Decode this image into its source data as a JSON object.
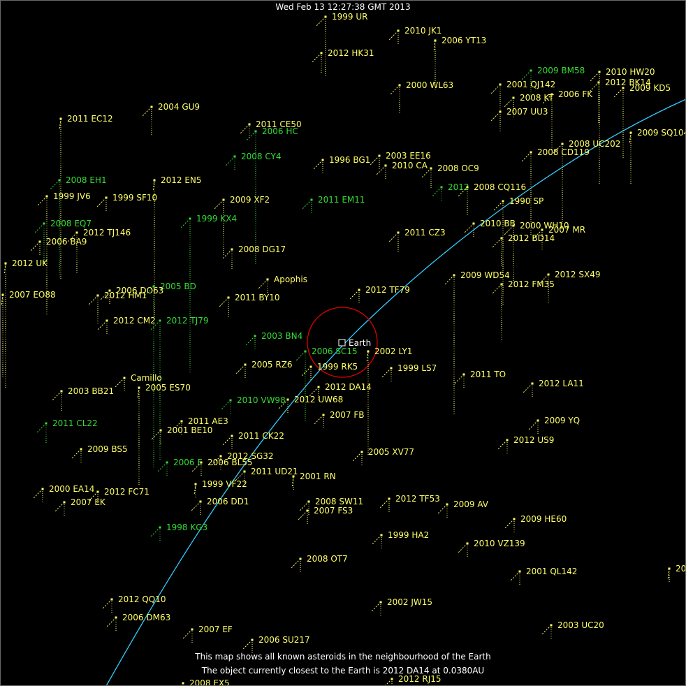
{
  "header": {
    "timestamp": "Wed Feb 13 12:27:38 GMT 2013"
  },
  "footer": {
    "line1": "This map shows all known asteroids in the neighbourhood of the Earth",
    "line2": "The object currently closest to the Earth is 2012 DA14 at 0.0380AU"
  },
  "earth": {
    "label": "Earth"
  },
  "colors": {
    "background": "#000000",
    "asteroid_far": "#ffff66",
    "asteroid_near": "#33dd33",
    "orbit": "#33ccff",
    "earth_ring": "#dd0000",
    "text": "#ffffff"
  },
  "asteroids": [
    {
      "name": "1999 UR",
      "tone": "far"
    },
    {
      "name": "2010 JK1",
      "tone": "far"
    },
    {
      "name": "2012 HK31",
      "tone": "far"
    },
    {
      "name": "2006 YT13",
      "tone": "far"
    },
    {
      "name": "2009 BM58",
      "tone": "near"
    },
    {
      "name": "2010 HW20",
      "tone": "far"
    },
    {
      "name": "2001 QJ142",
      "tone": "far"
    },
    {
      "name": "2012 BK14",
      "tone": "far"
    },
    {
      "name": "2009 KD5",
      "tone": "far"
    },
    {
      "name": "2000 WL63",
      "tone": "far"
    },
    {
      "name": "2008 KT",
      "tone": "far"
    },
    {
      "name": "2006 FK",
      "tone": "far"
    },
    {
      "name": "2007 UU3",
      "tone": "far"
    },
    {
      "name": "2004 GU9",
      "tone": "far"
    },
    {
      "name": "2011 EC12",
      "tone": "far"
    },
    {
      "name": "2011 CE50",
      "tone": "far"
    },
    {
      "name": "2006 HC",
      "tone": "near"
    },
    {
      "name": "2009 SQ104",
      "tone": "far"
    },
    {
      "name": "2008 UC202",
      "tone": "far"
    },
    {
      "name": "2008 CD119",
      "tone": "far"
    },
    {
      "name": "2008 CY4",
      "tone": "near"
    },
    {
      "name": "1996 BG1",
      "tone": "far"
    },
    {
      "name": "2003 EE16",
      "tone": "far"
    },
    {
      "name": "2010 CA",
      "tone": "far"
    },
    {
      "name": "2008 OC9",
      "tone": "far"
    },
    {
      "name": "2008 EH1",
      "tone": "near"
    },
    {
      "name": "2012 EN5",
      "tone": "far"
    },
    {
      "name": "2012",
      "tone": "near"
    },
    {
      "name": "2008 CQ116",
      "tone": "far"
    },
    {
      "name": "1999 JV6",
      "tone": "far"
    },
    {
      "name": "1999 SF10",
      "tone": "far"
    },
    {
      "name": "2009 XF2",
      "tone": "far"
    },
    {
      "name": "2011 EM11",
      "tone": "near"
    },
    {
      "name": "1990 SP",
      "tone": "far"
    },
    {
      "name": "1999 KX4",
      "tone": "near"
    },
    {
      "name": "2008 EQ7",
      "tone": "near"
    },
    {
      "name": "2010 BB",
      "tone": "far"
    },
    {
      "name": "2000 WH10",
      "tone": "far"
    },
    {
      "name": "2007 MR",
      "tone": "far"
    },
    {
      "name": "2012 TJ146",
      "tone": "far"
    },
    {
      "name": "2011 CZ3",
      "tone": "far"
    },
    {
      "name": "2012 BD14",
      "tone": "far"
    },
    {
      "name": "2006 BA9",
      "tone": "far"
    },
    {
      "name": "2008 DG17",
      "tone": "far"
    },
    {
      "name": "2012 UK",
      "tone": "far"
    },
    {
      "name": "2009 WD54",
      "tone": "far"
    },
    {
      "name": "2012 SX49",
      "tone": "far"
    },
    {
      "name": "Apophis",
      "tone": "far"
    },
    {
      "name": "2012 FM35",
      "tone": "far"
    },
    {
      "name": "2005 BD",
      "tone": "near"
    },
    {
      "name": "2006 DO63",
      "tone": "far"
    },
    {
      "name": "2012 TF79",
      "tone": "far"
    },
    {
      "name": "2007 EO88",
      "tone": "far"
    },
    {
      "name": "2012 HM1",
      "tone": "far"
    },
    {
      "name": "2011 BY10",
      "tone": "far"
    },
    {
      "name": "2012 CM2",
      "tone": "far"
    },
    {
      "name": "2012 TJ79",
      "tone": "near"
    },
    {
      "name": "2003 BN4",
      "tone": "near"
    },
    {
      "name": "2006 SC15",
      "tone": "near"
    },
    {
      "name": "2002 LY1",
      "tone": "far"
    },
    {
      "name": "2005 RZ6",
      "tone": "far"
    },
    {
      "name": "1999 RK5",
      "tone": "far"
    },
    {
      "name": "1999 LS7",
      "tone": "far"
    },
    {
      "name": "2011 TO",
      "tone": "far"
    },
    {
      "name": "Camillo",
      "tone": "far"
    },
    {
      "name": "2012 LA11",
      "tone": "far"
    },
    {
      "name": "2003 BB21",
      "tone": "far"
    },
    {
      "name": "2005 ES70",
      "tone": "far"
    },
    {
      "name": "2012 DA14",
      "tone": "far"
    },
    {
      "name": "2010 VW98",
      "tone": "near"
    },
    {
      "name": "2012 UW68",
      "tone": "far"
    },
    {
      "name": "2007 FB",
      "tone": "far"
    },
    {
      "name": "2009 YQ",
      "tone": "far"
    },
    {
      "name": "2011 CL22",
      "tone": "near"
    },
    {
      "name": "2011 AE3",
      "tone": "far"
    },
    {
      "name": "2001 BE10",
      "tone": "far"
    },
    {
      "name": "2011 CK22",
      "tone": "far"
    },
    {
      "name": "2012 US9",
      "tone": "far"
    },
    {
      "name": "2009 BS5",
      "tone": "far"
    },
    {
      "name": "2005 XV77",
      "tone": "far"
    },
    {
      "name": "2012 SG32",
      "tone": "far"
    },
    {
      "name": "2006 E",
      "tone": "near"
    },
    {
      "name": "2006 BL55",
      "tone": "far"
    },
    {
      "name": "2011 UD21",
      "tone": "far"
    },
    {
      "name": "2001 RN",
      "tone": "far"
    },
    {
      "name": "1999 VF22",
      "tone": "far"
    },
    {
      "name": "2000 EA14",
      "tone": "far"
    },
    {
      "name": "2012 FC71",
      "tone": "far"
    },
    {
      "name": "2006 DD1",
      "tone": "far"
    },
    {
      "name": "2008 SW11",
      "tone": "far"
    },
    {
      "name": "2012 TF53",
      "tone": "far"
    },
    {
      "name": "2009 AV",
      "tone": "far"
    },
    {
      "name": "2007 EK",
      "tone": "far"
    },
    {
      "name": "2007 FS3",
      "tone": "far"
    },
    {
      "name": "2009 HE60",
      "tone": "far"
    },
    {
      "name": "1998 KG3",
      "tone": "near"
    },
    {
      "name": "1999 HA2",
      "tone": "far"
    },
    {
      "name": "2010 VZ139",
      "tone": "far"
    },
    {
      "name": "2008 OT7",
      "tone": "far"
    },
    {
      "name": "2001 QL142",
      "tone": "far"
    },
    {
      "name": "20",
      "tone": "far"
    },
    {
      "name": "2012 QQ10",
      "tone": "far"
    },
    {
      "name": "2002 JW15",
      "tone": "far"
    },
    {
      "name": "2006 DM63",
      "tone": "far"
    },
    {
      "name": "2003 UC20",
      "tone": "far"
    },
    {
      "name": "2007 EF",
      "tone": "far"
    },
    {
      "name": "2006 SU217",
      "tone": "far"
    },
    {
      "name": "2012 RJ15",
      "tone": "far"
    },
    {
      "name": "2008 EX5",
      "tone": "far"
    }
  ]
}
